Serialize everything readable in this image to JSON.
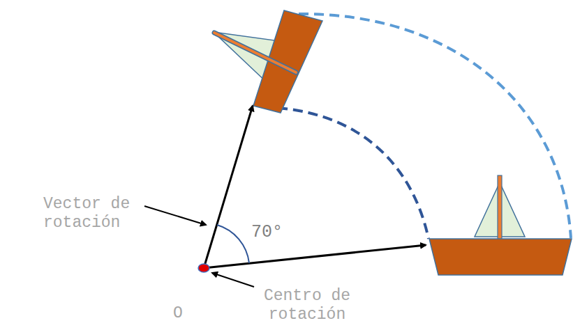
{
  "diagram": {
    "labels": [
      "Vector de rotación",
      "70°",
      "O",
      "Centro de rotación"
    ]
  }
}
